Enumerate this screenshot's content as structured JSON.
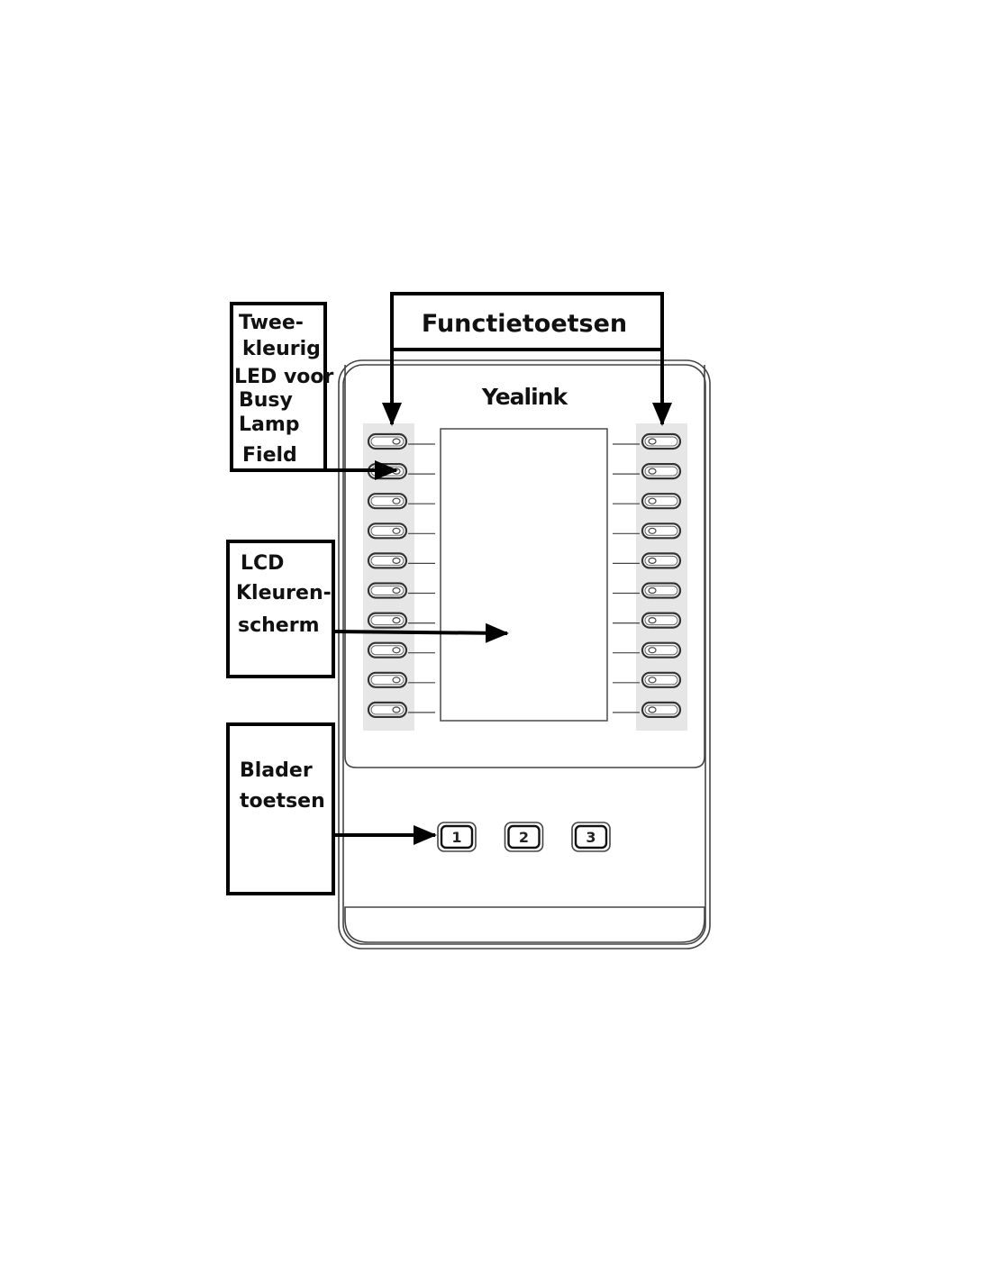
{
  "labels": {
    "led": [
      "Twee-",
      "kleurig",
      "LED voor",
      "Busy",
      "Lamp",
      "Field"
    ],
    "function_keys": "Functietoetsen",
    "lcd": [
      "LCD",
      "Kleuren-",
      "scherm"
    ],
    "page_keys": [
      "Blader",
      "toetsen"
    ]
  },
  "device": {
    "brand": "Yealink",
    "keys_per_side": 10,
    "page_buttons": [
      "1",
      "2",
      "3"
    ]
  },
  "colors": {
    "strip": "#e6e6e6",
    "outline": "#444444",
    "label_border": "#000000"
  }
}
